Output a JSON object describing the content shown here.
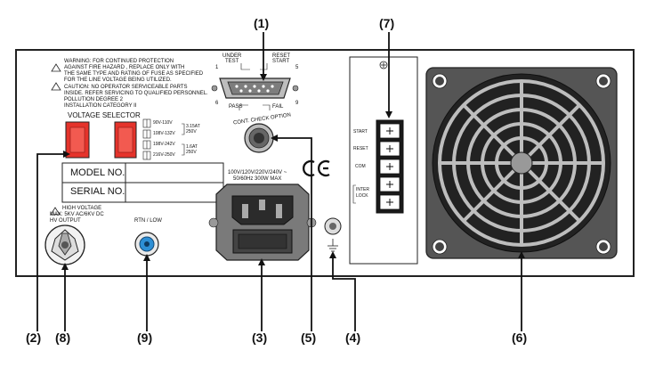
{
  "warning": {
    "line1": "WARNING:  FOR CONTINUED PROTECTION",
    "line2": "AGAINST FIRE HAZARD , REPLACE ONLY WITH",
    "line3": "THE SAME TYPE AND RATING OF FUSE AS SPECIFIED",
    "line4": "FOR THE LINE VOLTAGE BEING UTILIZED."
  },
  "caution": {
    "line1": "CAUTION:  NO OPERATOR SERVICEABLE PARTS",
    "line2": "INSIDE.  REFER SERVICING TO QUALIFIED PERSONNEL.",
    "line3": "POLLUTION DEGREE 2",
    "line4": "INSTALLATION CATEGORY II"
  },
  "voltage_selector": {
    "title": "VOLTAGE SELECTOR",
    "ranges": [
      "90V-110V",
      "108V-132V",
      "198V-242V",
      "216V-250V"
    ],
    "fuse_upper": [
      "3.15AT",
      "250V"
    ],
    "fuse_lower": [
      "1.6AT",
      "250V"
    ]
  },
  "id_box": {
    "model": "MODEL NO.",
    "serial": "SERIAL NO."
  },
  "hv": {
    "line1": "HIGH VOLTAGE",
    "line2": "MAX: 5KV AC/6KV DC",
    "line3": "HV OUTPUT"
  },
  "rtn": "RTN / LOW",
  "dsub": {
    "under_test": [
      "UNDER",
      "TEST"
    ],
    "reset_start": [
      "RESET",
      "START"
    ],
    "pass": "PASS",
    "fail": "FAIL",
    "pin1": "1",
    "pin5": "5",
    "pin6": "6",
    "pin9": "9"
  },
  "cont_check": "CONT.  CHECK OPTION",
  "power_rating": [
    "100V/120V/220V/240V ~",
    "50/60Hz 300W MAX"
  ],
  "ce_mark": "CE",
  "terminal_block": {
    "labels": [
      "START",
      "RESET",
      "COM",
      "INTER",
      "LOCK"
    ]
  },
  "callouts": {
    "c1": "(1)",
    "c2": "(2)",
    "c3": "(3)",
    "c4": "(4)",
    "c5": "(5)",
    "c6": "(6)",
    "c7": "(7)",
    "c8": "(8)",
    "c9": "(9)"
  },
  "colors": {
    "switch_red": "#e5332b",
    "rtn_blue": "#2d8fd5",
    "panel_outline": "#222222"
  }
}
